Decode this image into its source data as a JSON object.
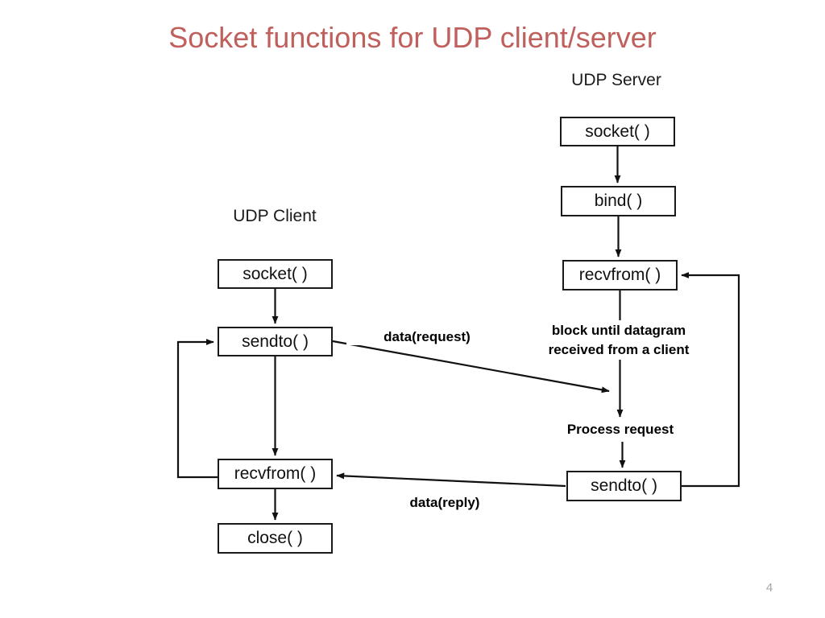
{
  "slide": {
    "title": "Socket functions for UDP client/server",
    "title_color": "#c0605c",
    "page_number": "4",
    "background_color": "#ffffff"
  },
  "diagram": {
    "type": "flowchart",
    "columns": [
      {
        "id": "client",
        "heading": "UDP Client",
        "nodes": [
          {
            "id": "client-socket",
            "label": "socket( )"
          },
          {
            "id": "client-sendto",
            "label": "sendto( )"
          },
          {
            "id": "client-recvfrom",
            "label": "recvfrom( )"
          },
          {
            "id": "client-close",
            "label": "close( )"
          }
        ]
      },
      {
        "id": "server",
        "heading": "UDP Server",
        "nodes": [
          {
            "id": "server-socket",
            "label": "socket( )"
          },
          {
            "id": "server-bind",
            "label": "bind( )"
          },
          {
            "id": "server-recvfrom",
            "label": "recvfrom( )"
          },
          {
            "id": "server-sendto",
            "label": "sendto( )"
          }
        ]
      }
    ],
    "annotations": {
      "block_note_line1": "block until datagram",
      "block_note_line2": "received from a client",
      "process_note": "Process request",
      "request_label": "data(request)",
      "reply_label": "data(reply)"
    },
    "edges": [
      {
        "from": "client-socket",
        "to": "client-sendto",
        "kind": "vertical-arrow"
      },
      {
        "from": "client-sendto",
        "to": "client-recvfrom",
        "kind": "vertical-arrow"
      },
      {
        "from": "client-recvfrom",
        "to": "client-close",
        "kind": "vertical-arrow"
      },
      {
        "from": "client-recvfrom",
        "to": "client-sendto",
        "kind": "loop-left"
      },
      {
        "from": "server-socket",
        "to": "server-bind",
        "kind": "vertical-arrow"
      },
      {
        "from": "server-bind",
        "to": "server-recvfrom",
        "kind": "vertical-arrow"
      },
      {
        "from": "server-recvfrom",
        "to": "process-request",
        "kind": "vertical-arrow"
      },
      {
        "from": "process-request",
        "to": "server-sendto",
        "kind": "vertical-arrow"
      },
      {
        "from": "server-sendto",
        "to": "server-recvfrom",
        "kind": "loop-right"
      },
      {
        "from": "client-sendto",
        "to": "server-block",
        "kind": "diagonal-arrow",
        "label": "data(request)"
      },
      {
        "from": "server-sendto",
        "to": "client-recvfrom",
        "kind": "diagonal-arrow",
        "label": "data(reply)"
      }
    ]
  }
}
